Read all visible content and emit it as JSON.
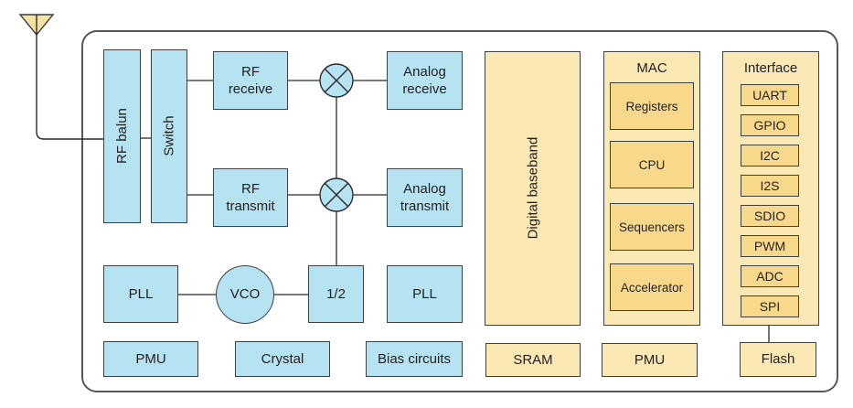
{
  "colors": {
    "block_blue": "#b5e3f2",
    "block_yellow_light": "#fae9b5",
    "block_yellow_dark": "#f8d98b",
    "antenna_fill": "#f7e3a1",
    "block_outline": "#3f4043",
    "frame_gray": "#56575b",
    "wire": "#2b2b2d",
    "text": "#231f20"
  },
  "icons": {
    "antenna": "antenna-icon",
    "mixer": "mixer-icon"
  },
  "radio": {
    "rf_balun": "RF balun",
    "switch": "Switch",
    "rf_receive": "RF receive",
    "rf_transmit": "RF transmit",
    "analog_receive": "Analog receive",
    "analog_transmit": "Analog transmit",
    "pll_left": "PLL",
    "vco": "VCO",
    "divider": "1/2",
    "pll_right": "PLL",
    "pmu": "PMU",
    "crystal": "Crystal",
    "bias_circuits": "Bias circuits"
  },
  "digital": {
    "baseband": "Digital baseband",
    "sram": "SRAM",
    "pmu": "PMU",
    "flash": "Flash",
    "mac": {
      "title": "MAC",
      "blocks": [
        "Registers",
        "CPU",
        "Sequencers",
        "Accelerator"
      ]
    },
    "interface": {
      "title": "Interface",
      "blocks": [
        "UART",
        "GPIO",
        "I2C",
        "I2S",
        "SDIO",
        "PWM",
        "ADC",
        "SPI"
      ]
    }
  }
}
